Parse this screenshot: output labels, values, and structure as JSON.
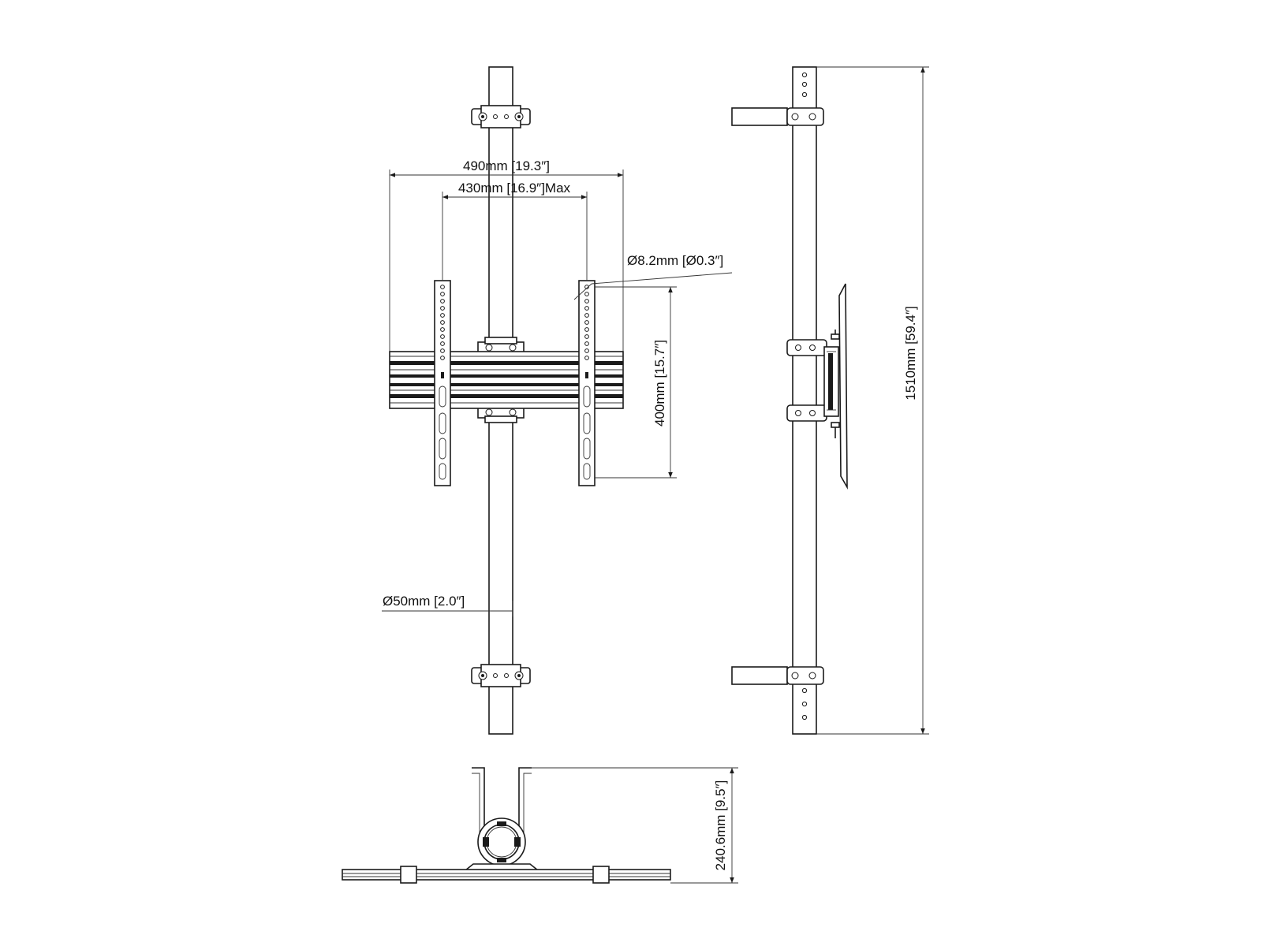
{
  "dimensions": {
    "overall_width": "490mm [19.3″]",
    "vesa_width": "430mm [16.9″]Max",
    "hole_diameter": "Ø8.2mm [Ø0.3″]",
    "vesa_height": "400mm [15.7″]",
    "pole_diameter": "Ø50mm [2.0″]",
    "total_height": "1510mm [59.4″]",
    "depth": "240.6mm [9.5″]"
  },
  "colors": {
    "line": "#1a1a1a",
    "background": "#ffffff"
  }
}
